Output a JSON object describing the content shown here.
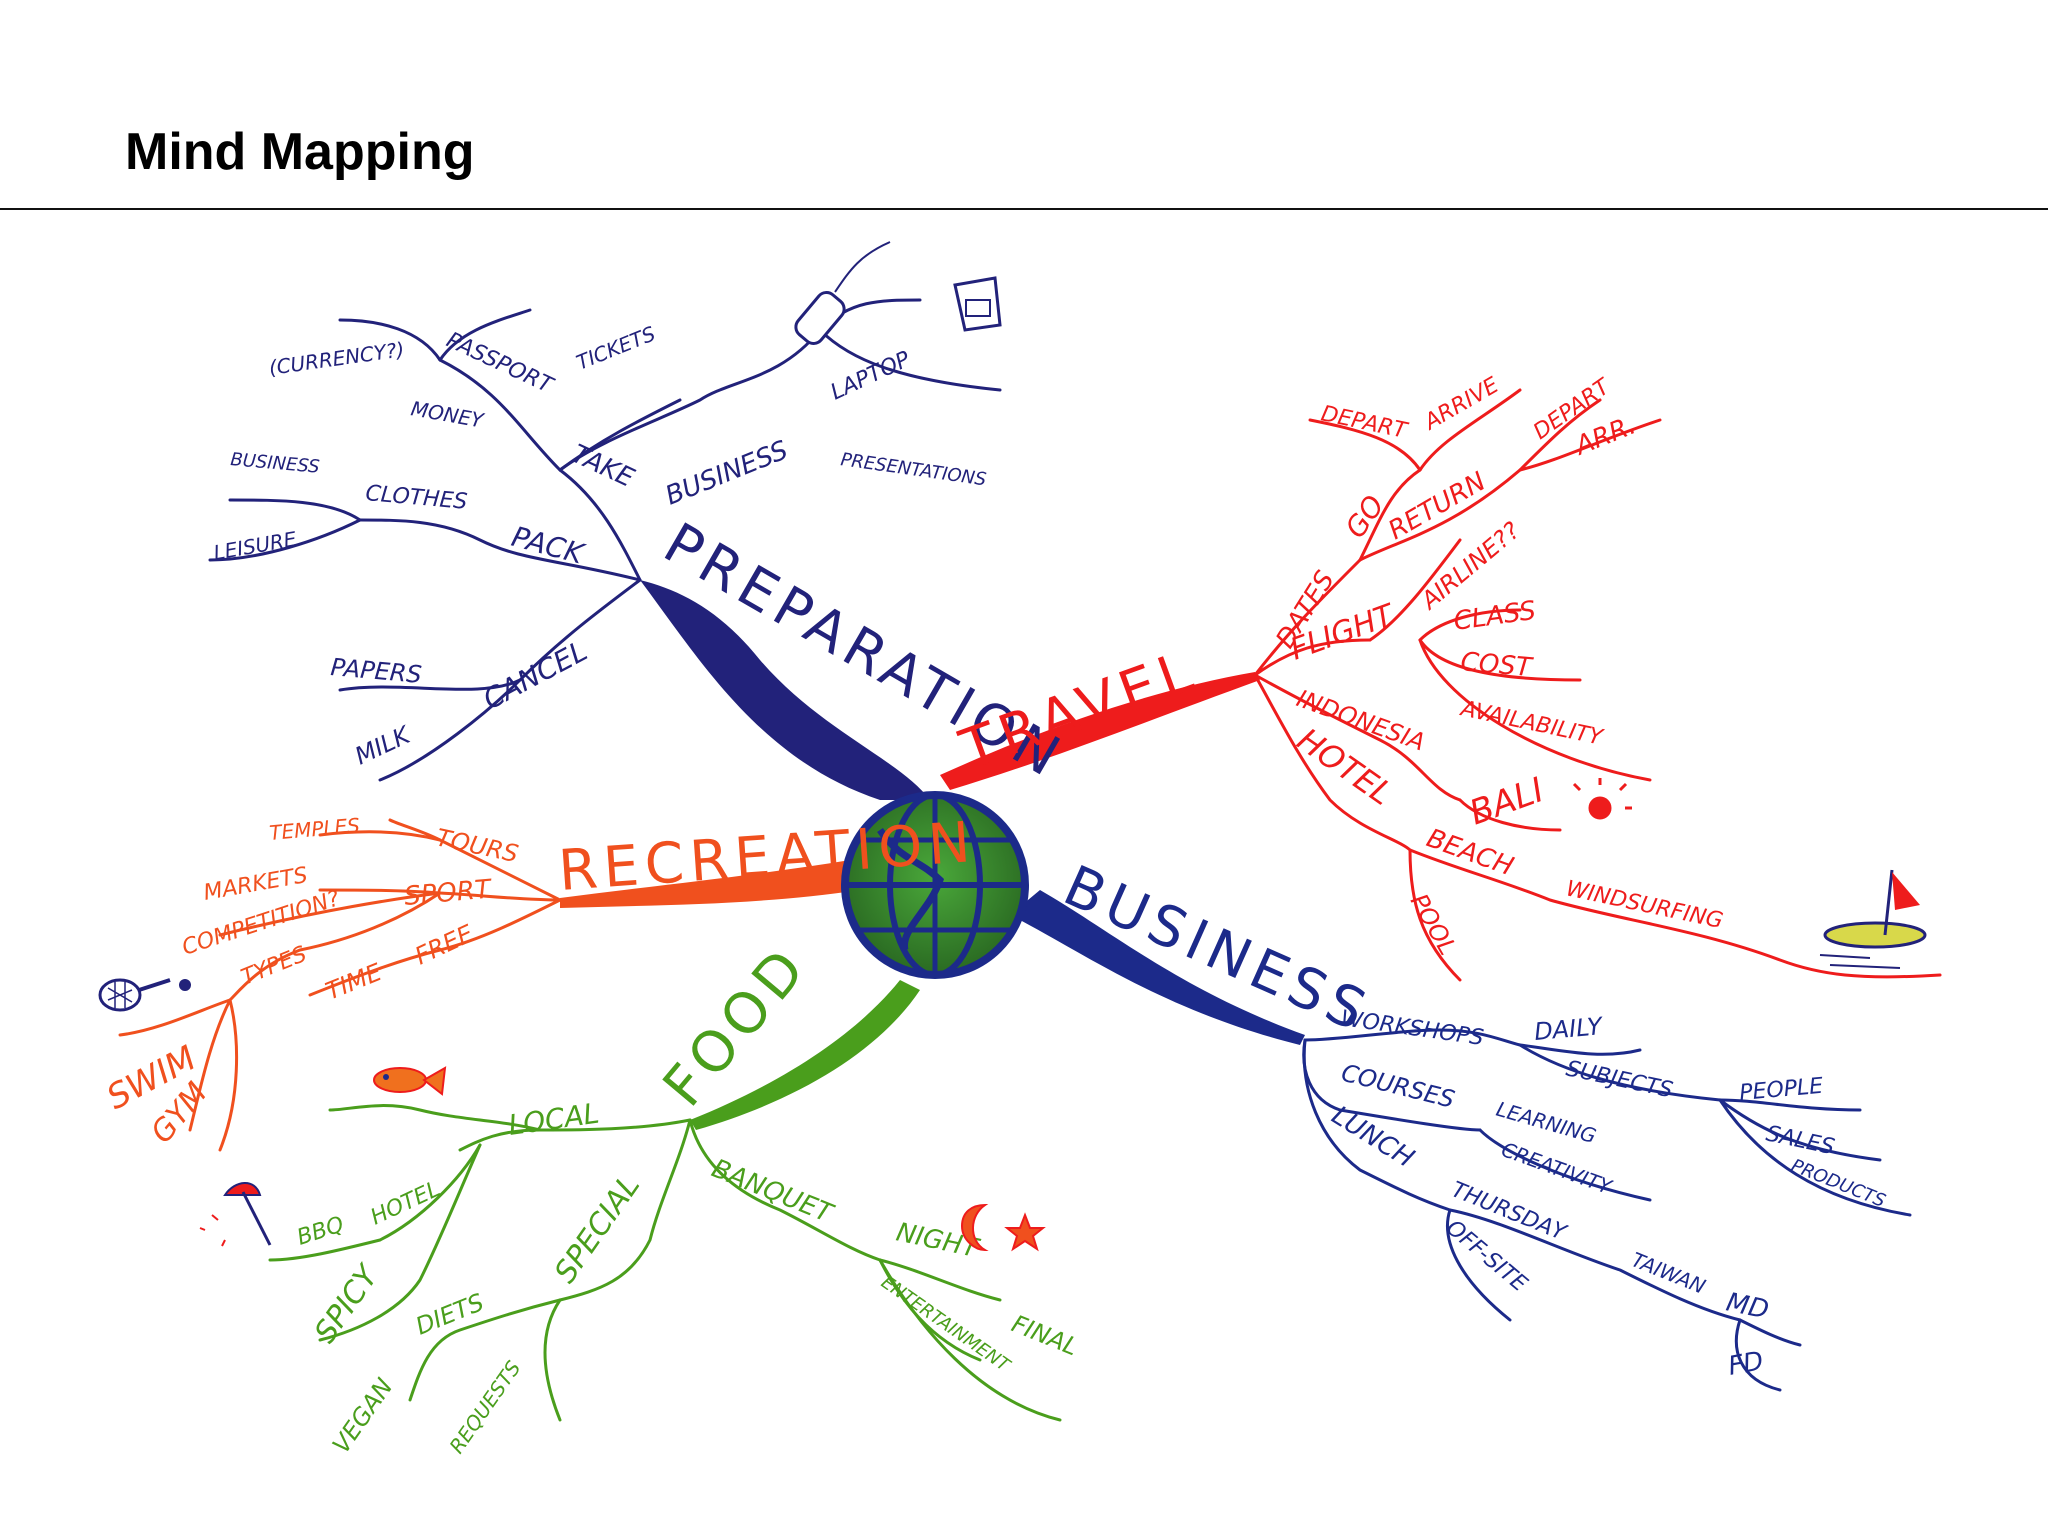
{
  "page": {
    "title": "Mind Mapping"
  },
  "colors": {
    "preparation": "#22227a",
    "travel": "#ee1c1c",
    "business": "#1c2a8a",
    "food": "#4a9e1c",
    "recreation": "#f0501e",
    "globe_land": "#3a8a2a",
    "globe_grid": "#1c2a8a"
  },
  "icons": [
    "phone-icon",
    "laptop-icon",
    "sun-icon",
    "sailboat-icon",
    "tennis-racket-icon",
    "fish-icon",
    "parasol-icon",
    "moon-icon",
    "star-icon",
    "globe-icon"
  ],
  "mindmap": {
    "center": "globe",
    "branches": {
      "preparation": {
        "label": "PREPARATION",
        "take": "TAKE",
        "passport": "PASSPORT",
        "currency": "(CURRENCY?)",
        "tickets": "TICKETS",
        "money": "MONEY",
        "business": "BUSINESS",
        "laptop": "LAPTOP",
        "presentations": "PRESENTATIONS",
        "pack": "PACK",
        "clothes": "CLOTHES",
        "business2": "BUSINESS",
        "leisure": "LEISURE",
        "cancel": "CANCEL",
        "papers": "PAPERS",
        "milk": "MILK"
      },
      "travel": {
        "label": "TRAVEL",
        "dates": "DATES",
        "go": "GO",
        "depart": "DEPART",
        "arrive": "ARRIVE",
        "return": "RETURN",
        "depart2": "DEPART",
        "arr": "ARR.",
        "flight": "FLIGHT",
        "airline": "AIRLINE??",
        "class": "CLASS",
        "cost": "COST",
        "availability": "AVAILABILITY",
        "indonesia": "INDONESIA",
        "bali": "BALI",
        "hotel": "HOTEL",
        "beach": "BEACH",
        "windsurfing": "WINDSURFING",
        "pool": "POOL"
      },
      "business": {
        "label": "BUSINESS",
        "workshops": "WORKSHOPS",
        "daily": "DAILY",
        "subjects": "SUBJECTS",
        "people": "PEOPLE",
        "sales": "SALES",
        "products": "PRODUCTS",
        "courses": "COURSES",
        "learning": "LEARNING",
        "creativity": "CREATIVITY",
        "lunch": "LUNCH",
        "thursday": "THURSDAY",
        "taiwan": "TAIWAN",
        "md": "MD",
        "fd": "FD",
        "offsite": "OFF-SITE"
      },
      "food": {
        "label": "FOOD",
        "local": "LOCAL",
        "bbq": "BBQ",
        "hotel": "HOTEL",
        "spicy": "SPICY",
        "special": "SPECIAL",
        "vegan": "VEGAN",
        "diets": "DIETS",
        "requests": "REQUESTS",
        "banquet": "BANQUET",
        "night": "NIGHT",
        "final": "FINAL",
        "entertainment": "ENTERTAINMENT"
      },
      "recreation": {
        "label": "RECREATION",
        "tours": "TOURS",
        "temples": "TEMPLES",
        "markets": "MARKETS",
        "sport": "SPORT",
        "competition": "COMPETITION?",
        "types": "TYPES",
        "swim": "SWIM",
        "gym": "GYM",
        "time": "TIME",
        "free": "FREE"
      }
    }
  }
}
